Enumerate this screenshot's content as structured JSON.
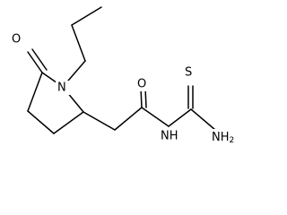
{
  "molecule": {
    "atoms": {
      "ring_oxygen": "O",
      "ring_nitrogen": "N",
      "carbonyl_oxygen": "O",
      "amide_nh": "NH",
      "sulfur": "S",
      "amine": "NH2"
    }
  }
}
